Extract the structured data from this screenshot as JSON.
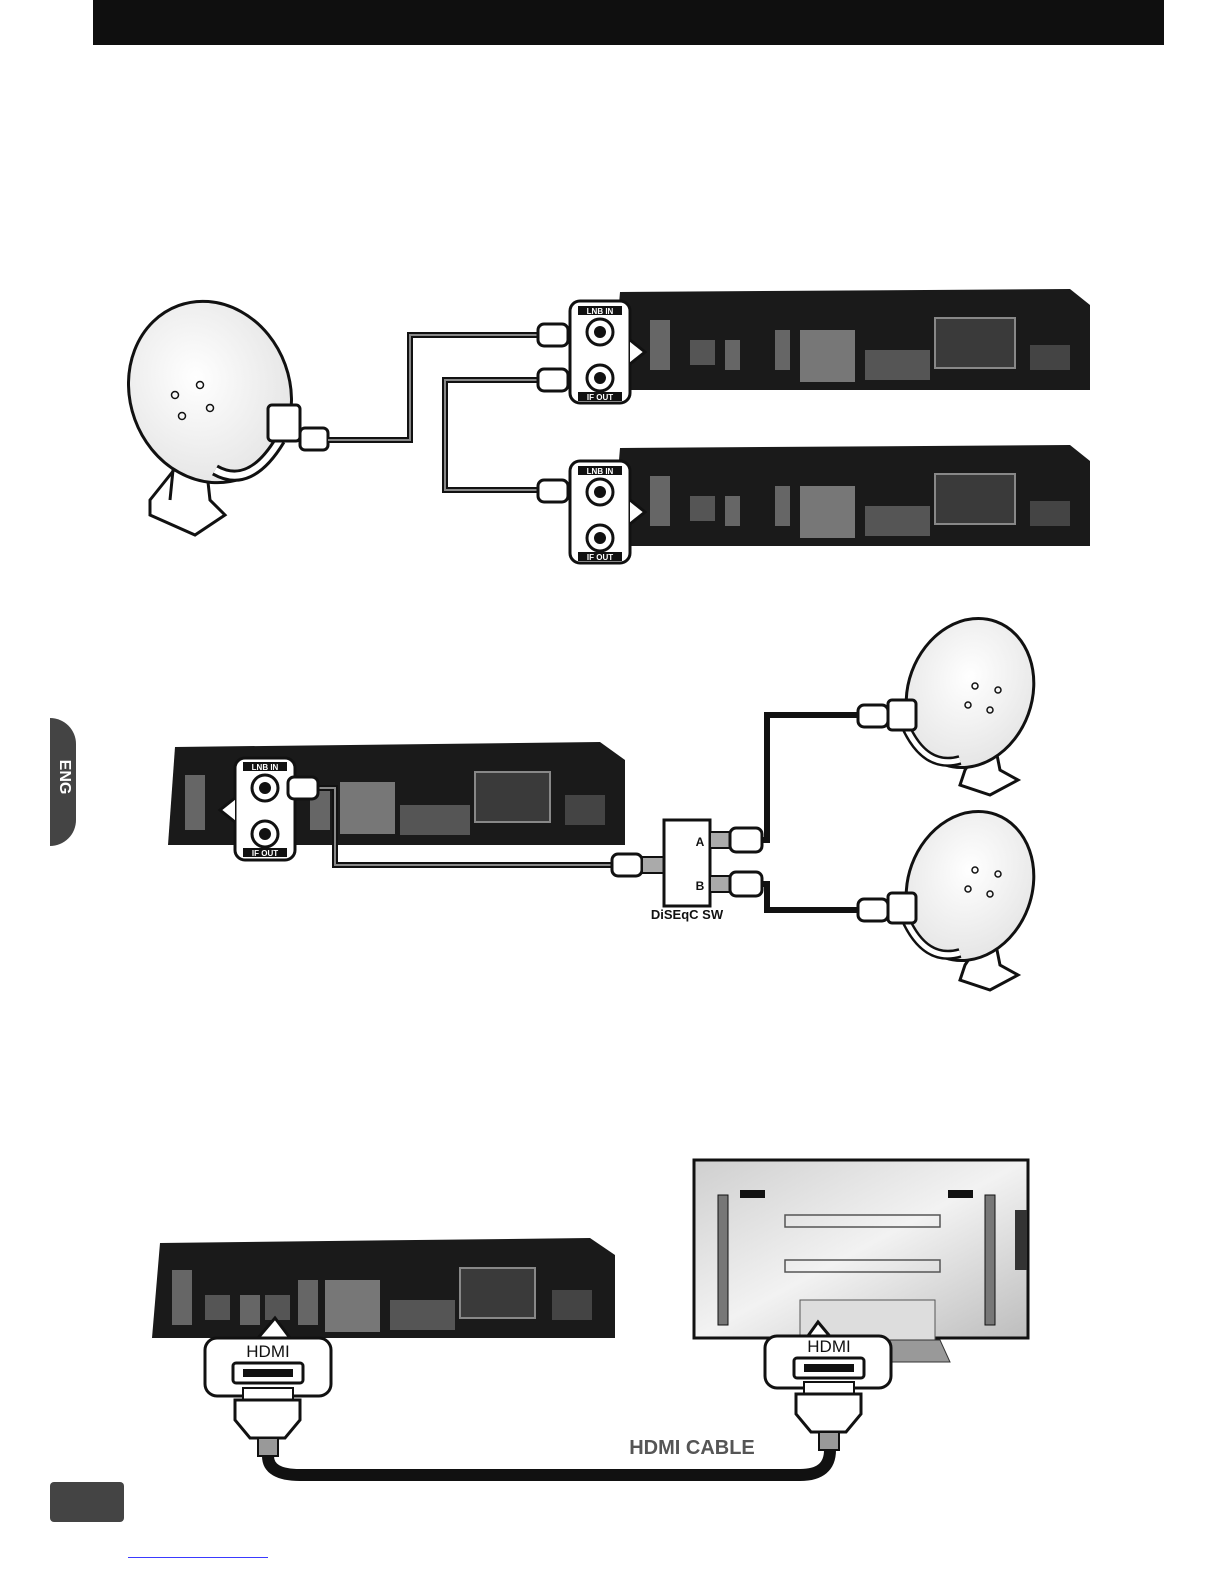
{
  "side_tab": {
    "label": "ENG"
  },
  "diagram1": {
    "port_labels": {
      "lnb_in": "LNB IN",
      "if_out": "IF OUT"
    }
  },
  "diagram2": {
    "port_labels": {
      "lnb_in": "LNB IN",
      "if_out": "IF OUT"
    },
    "switch_label": "DiSEqC SW",
    "switch_port_a": "A",
    "switch_port_b": "B"
  },
  "diagram3": {
    "receiver_port_label": "HDMI",
    "tv_port_label": "HDMI",
    "cable_label": "HDMI CABLE"
  },
  "colors": {
    "header": "#0f0f0f",
    "tab": "#444444",
    "receiver_panel": "#1a1a1a",
    "footer_link": "#3a3aff"
  }
}
